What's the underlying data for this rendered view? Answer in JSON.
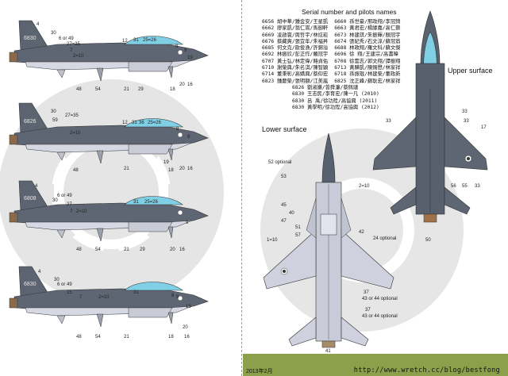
{
  "right_panel": {
    "title": "Serial number and pilots names",
    "serial_rows": [
      [
        "6656 胡中華/鍾金安/王星凱",
        "6660 孫世豪/邢政翔/李冠錡"
      ],
      [
        "6662 廖家凱/翁仁嵩/馬御軒",
        "6663 黃君宏/楊緣嘉/高仁藝"
      ],
      [
        "6669 凌啟寰/周哲宇/林炫崧",
        "6673 林建琪/朱振輝/顏冠宇"
      ],
      [
        "6676 蔡藏爽/張宜年/朱福昇",
        "6674 張紀秀/石文淳/蘇冠翁"
      ],
      [
        "6685 何文克/歐俊漁/許錦溢",
        "6688 林政翔/羅文科/蘇文傑"
      ],
      [
        "6692 林振欣/彭正作/羅冠宇",
        "6696 徐 翔/王建宗/高書暐"
      ],
      [
        "6707 黃士弘/林定偉/韓貞佑",
        "6708 徐雲志/郭文翔/譚振翔"
      ],
      [
        "6710 謝榮典/朱名淇/陳智穎",
        "6713 黃驊凱/陳錫懋/林家祥"
      ],
      [
        "6714 董秉彰/高嬌興/蔡仰宏",
        "6718 孫振琨/林建榮/董政新"
      ],
      [
        "6823 鍾慶榮/張明獅/江美嵐",
        "6825 沈正峰/蘇耿宏/林家祥"
      ]
    ],
    "serial_singles": [
      "6826 劉淑嫌/曾舜濂/蔡佩璉",
      "6830 王志民/李育宏/陳一凡 (2010)",
      "6830 呂 禹/徐功陞/高協興 (2011)",
      "6830 黃學明/徐功陞/高協興 (2012)"
    ],
    "upper_surface_label": "Upper surface",
    "lower_surface_label": "Lower surface",
    "lower_callouts": [
      "52 optional",
      "53",
      "45",
      "40",
      "47",
      "51",
      "57",
      "42",
      "24 optional",
      "1=10",
      "37",
      "43 or 44 optional",
      "37",
      "43 or 44 optional",
      "41",
      "50",
      "2=10"
    ],
    "upper_callouts": [
      "33",
      "33",
      "17",
      "33",
      "56",
      "55",
      "33"
    ],
    "footer": {
      "date": "2013年2月",
      "url": "http://www.wretch.cc/blog/bestfong"
    },
    "colors": {
      "footer_bg": "#8ca04c",
      "aircraft_upper": "#58606e",
      "aircraft_lower": "#c8cad8",
      "canopy": "#7fd0e4",
      "roundel": "#e6e6e6"
    }
  },
  "left_panel": {
    "profiles": [
      {
        "serial": "6830",
        "callouts": [
          "4",
          "30",
          "6 or 49",
          "27=35",
          "7",
          "2=10",
          "12",
          "31",
          "25=26",
          "8",
          "9",
          "19",
          "20",
          "16",
          "48",
          "54",
          "21",
          "29",
          "18"
        ]
      },
      {
        "serial": "6826",
        "callouts": [
          "30",
          "27=35",
          "59",
          "2=10",
          "12",
          "31",
          "36",
          "25=26",
          "8",
          "9",
          "48",
          "21",
          "19",
          "18",
          "20",
          "16"
        ]
      },
      {
        "serial": "6808",
        "callouts": [
          "4",
          "6 or 49",
          "30",
          "27",
          "7",
          "2=10",
          "31",
          "25=26",
          "9",
          "48",
          "54",
          "21",
          "29",
          "16",
          "20"
        ]
      },
      {
        "serial": "6830",
        "callouts": [
          "6 or 49",
          "30",
          "4",
          "15",
          "7",
          "2=10",
          "31",
          "8",
          "9",
          "19",
          "20",
          "48",
          "54",
          "21",
          "18",
          "16"
        ]
      }
    ]
  }
}
